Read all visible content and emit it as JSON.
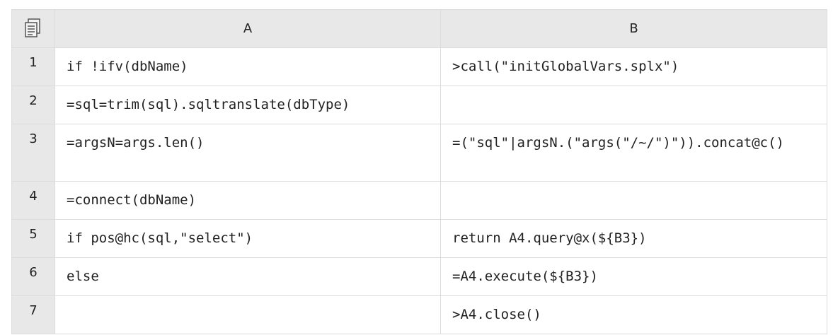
{
  "columns": [
    "A",
    "B"
  ],
  "rows": [
    {
      "num": "1",
      "a": "if !ifv(dbName)",
      "b": ">call(\"initGlobalVars.splx\")"
    },
    {
      "num": "2",
      "a": "=sql=trim(sql).sqltranslate(dbType)",
      "b": ""
    },
    {
      "num": "3",
      "a": "=argsN=args.len()",
      "b": "=(\"sql\"|argsN.(\"args(\"/~/\")\")).concat@c()"
    },
    {
      "num": "4",
      "a": "=connect(dbName)",
      "b": ""
    },
    {
      "num": "5",
      "a": "if pos@hc(sql,\"select\")",
      "b": "return A4.query@x(${B3})"
    },
    {
      "num": "6",
      "a": "else",
      "b": "=A4.execute(${B3})"
    },
    {
      "num": "7",
      "a": "",
      "b": ">A4.close()"
    }
  ],
  "icons": {
    "corner": "document-list-icon"
  }
}
